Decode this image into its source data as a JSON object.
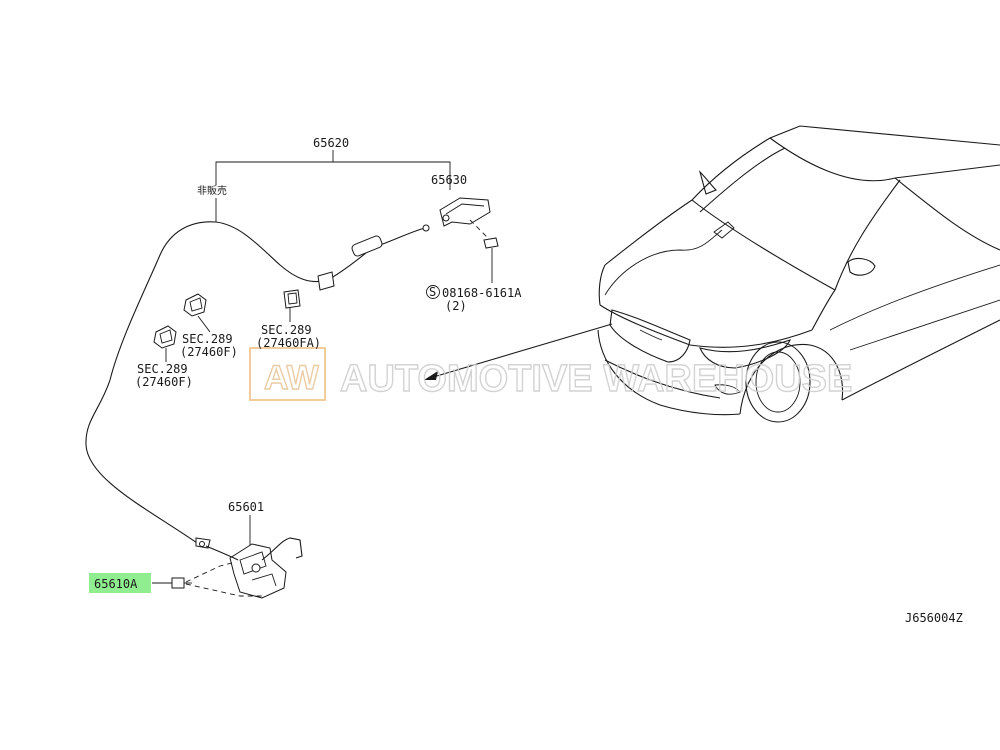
{
  "labels": {
    "cable_assy": "65620",
    "not_sold": "非販売",
    "bracket": "65630",
    "bolt": "08168-6161A",
    "bolt_qty": "(2)",
    "sec1_name": "SEC.289",
    "sec1_code": "(27460F)",
    "sec2_name": "SEC.289",
    "sec2_code": "(27460F)",
    "sec3_name": "SEC.289",
    "sec3_code": "(27460FA)",
    "lock": "65601",
    "lock_bolt": "65610A",
    "diagram_code": "J656004Z"
  },
  "watermark": {
    "badge": "AW",
    "text": "AUTOMOTIVE WAREHOUSE"
  },
  "colors": {
    "line": "#1a1a1a",
    "highlight": "#90ee90",
    "watermark": "#cfcfcf",
    "watermark_badge": "#f0c890"
  },
  "icons": {
    "bolt_symbol": "circled-s-icon"
  }
}
